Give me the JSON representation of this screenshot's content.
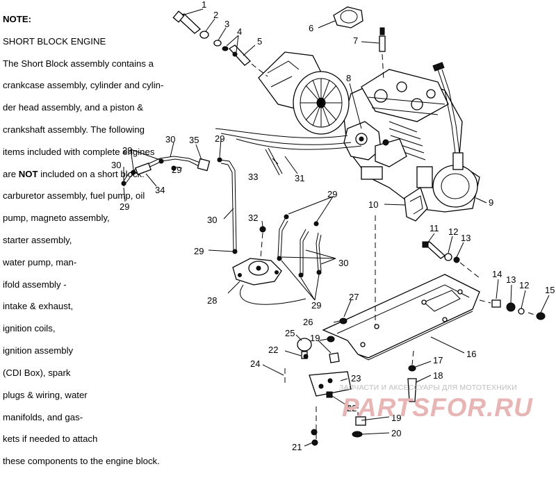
{
  "note": {
    "heading": "NOTE:",
    "lines": [
      "SHORT BLOCK ENGINE",
      "The Short Block assembly contains a",
      "crankcase assembly, cylinder and cylin-",
      "der head assembly, and a piston &",
      "crankshaft assembly.  The following",
      "items included with complete engines",
      "are NOT included on a short block:",
      "carburetor assembly, fuel pump, oil",
      "pump, magneto assembly,",
      "starter assembly,",
      "water pump, man-",
      "ifold assembly -",
      "intake & exhaust,",
      "ignition coils,",
      "ignition assembly",
      "(CDI Box), spark",
      "plugs & wiring, water",
      "manifolds, and gas-",
      "kets if needed to attach",
      "these components to the engine block."
    ]
  },
  "callouts": {
    "c1": "1",
    "c2": "2",
    "c3": "3",
    "c4": "4",
    "c5": "5",
    "c6": "6",
    "c7": "7",
    "c8": "8",
    "c9": "9",
    "c10": "10",
    "c11": "11",
    "c12a": "12",
    "c13a": "13",
    "c14": "14",
    "c13b": "13",
    "c12b": "12",
    "c15": "15",
    "c16": "16",
    "c17": "17",
    "c18": "18",
    "c19a": "19",
    "c19b": "19",
    "c20": "20",
    "c21": "21",
    "c22a": "22",
    "c22b": "22",
    "c23": "23",
    "c24": "24",
    "c25": "25",
    "c26": "26",
    "c27": "27",
    "c28": "28",
    "c29a": "29",
    "c29b": "29",
    "c29c": "29",
    "c29d": "29",
    "c29e": "29",
    "c29f": "29",
    "c29g": "29",
    "c30a": "30",
    "c30b": "30",
    "c30c": "30",
    "c30d": "30",
    "c31": "31",
    "c32": "32",
    "c33": "33",
    "c34": "34",
    "c35": "35"
  },
  "watermark": {
    "small": "ЗАПЧАСТИ И АКСЕССУАРЫ ДЛЯ МОТОТЕХНИКИ",
    "big": "PARTSFOR.RU"
  }
}
